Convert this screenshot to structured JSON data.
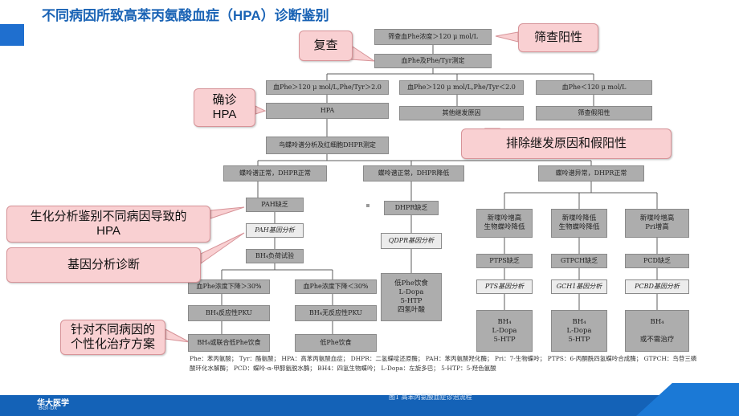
{
  "header": {
    "title": "不同病因所致高苯丙氨酸血症（HPA）诊断鉴别"
  },
  "flow": {
    "screening": "筛查血Phe浓度＞120 μ mol/L",
    "phe_test": "血Phe及Phe/Tyr测定",
    "ratio_high": "血Phe＞120 μ mol/L,Phe/Tyr＞2.0",
    "ratio_low": "血Phe＞120 μ mol/L,Phe/Tyr＜2.0",
    "phe_low": "血Phe＜120 μ mol/L",
    "hpa": "HPA",
    "secondary": "其他继发原因",
    "false_positive": "筛查假阳性",
    "pterin_test": "鸟蝶呤谱分析及红细胞DHPR测定",
    "pterin_normal": "蝶呤谱正常，DHPR正常",
    "dhpr_low": "蝶呤谱正常，DHPR降低",
    "pterin_abnormal": "蝶呤谱异常，DHPR正常",
    "pah_def": "PAH缺乏",
    "pah_gene": "PAH基因分析",
    "bh4_load": "BH₄负荷试验",
    "drop_ge30": "血Phe浓度下降＞30%",
    "drop_lt30": "血Phe浓度下降＜30%",
    "bh4_resp": "BH₄反应性PKU",
    "bh4_nonresp": "BH₄无反应性PKU",
    "treat_combo": "BH₄或联合低Phe饮食",
    "treat_low_phe": "低Phe饮食",
    "dhpr_def": "DHPR缺乏",
    "qdpr_gene": "QDPR基因分析",
    "dhpr_treat": "低Phe饮食\nL-Dopa\n5-HTP\n四氢叶酸",
    "neo_high_bio_low": "新喋呤增高\n生物蝶呤降低",
    "neo_low_bio_low": "新喋呤降低\n生物蝶呤降低",
    "neo_high_pri_high": "新喋呤增高\nPri增高",
    "ptps_def": "PTPS缺乏",
    "gtpch_def": "GTPCH缺乏",
    "pcd_def": "PCD缺乏",
    "pts_gene": "PTS基因分析",
    "gch1_gene": "GCH1基因分析",
    "pcbd_gene": "PCBD基因分析",
    "ptps_treat": "BH₄\nL-Dopa\n5-HTP",
    "gtpch_treat": "BH₄\nL-Dopa\n5-HTP",
    "pcd_treat": "BH₄\n\n或不需治疗"
  },
  "callouts": {
    "recheck": "复查",
    "screen_pos": "筛查阳性",
    "confirm_hpa": "确诊\nHPA",
    "exclude": "排除继发原因和假阳性",
    "biochem": "生化分析鉴别不同病因导致的\nHPA",
    "gene_dx": "基因分析诊断",
    "treatment": "针对不同病因的\n个性化治疗方案"
  },
  "legend": "Phe：苯丙氨酸；  Tyr：酪氨酸；  HPA：高苯丙氨酸血症；  DHPR：二氢蝶啶还原酶；  PAH：苯丙氨酸羟化酶；  Pri：7-生物蝶呤；  PTPS：6-丙酮酰四氢蝶呤合成酶；  GTPCH：鸟苷三磷酸环化水解酶；  PCD：蝶呤-α-甲醇氨脱水酶；  BH4：四氢生物蝶呤；  L-Dopa：左旋多巴；  5-HTP：5-羟色氨酸",
  "caption": "图1 高苯丙氨酸血症诊治流程",
  "footer": {
    "logo_cn": "华大医学",
    "logo_en": "BGI·Dx"
  },
  "colors": {
    "node_fill": "#adadad",
    "callout_fill": "#f9d0d2",
    "brand_blue": "#1462b7"
  }
}
